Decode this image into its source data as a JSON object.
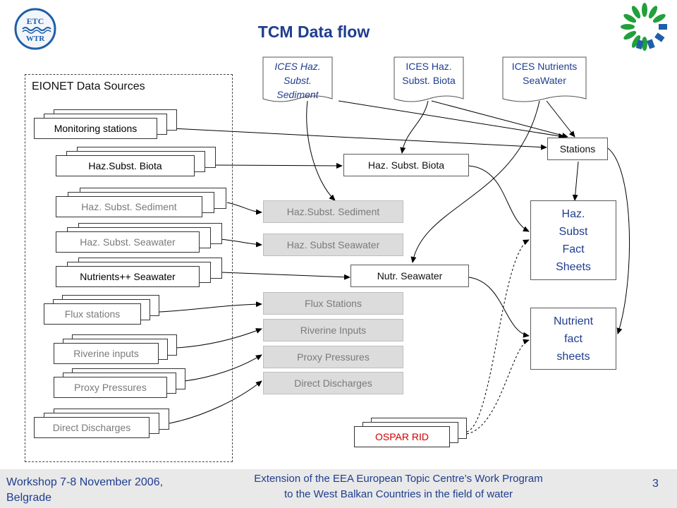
{
  "title": "TCM Data flow",
  "logo_left": {
    "top": "ETC",
    "bottom": "WTR"
  },
  "region_label": "EIONET Data Sources",
  "sources": [
    {
      "label": "Monitoring stations"
    },
    {
      "label": "Haz.Subst. Biota"
    },
    {
      "label": "Haz. Subst. Sediment"
    },
    {
      "label": "Haz. Subst. Seawater"
    },
    {
      "label": "Nutrients++ Seawater"
    },
    {
      "label": "Flux stations"
    },
    {
      "label": "Riverine inputs"
    },
    {
      "label": "Proxy Pressures"
    },
    {
      "label": "Direct Discharges"
    }
  ],
  "ices": [
    {
      "line1": "ICES Haz.",
      "line2": "Subst. Sediment"
    },
    {
      "line1": "ICES Haz.",
      "line2": "Subst. Biota"
    },
    {
      "line1": "ICES Nutrients",
      "line2": "SeaWater"
    }
  ],
  "middle_boxes": {
    "biota": "Haz. Subst. Biota",
    "sediment": "Haz.Subst. Sediment",
    "seawater": "Haz. Subst Seawater",
    "nutr": "Nutr. Seawater",
    "flux": "Flux Stations",
    "riverine": "Riverine Inputs",
    "proxy": "Proxy Pressures",
    "direct": "Direct Discharges"
  },
  "stations": "Stations",
  "haz_fact": {
    "l1": "Haz.",
    "l2": "Subst",
    "l3": "Fact",
    "l4": "Sheets"
  },
  "nutrient_fact": {
    "l1": "Nutrient",
    "l2": "fact",
    "l3": "sheets"
  },
  "ospar": "OSPAR RID",
  "footer": {
    "left1": "Workshop 7-8 November 2006,",
    "left2": "Belgrade",
    "center1": "Extension of the EEA European Topic Centre’s Work Program",
    "center2": "to the West Balkan Countries in the field of water",
    "page": "3"
  },
  "colors": {
    "title": "#1f3d8f",
    "ospar_text": "#cc0000",
    "greyed_box": "#dcdcdc",
    "logo_green": "#22a03a",
    "logo_blue": "#1e5fa8"
  }
}
